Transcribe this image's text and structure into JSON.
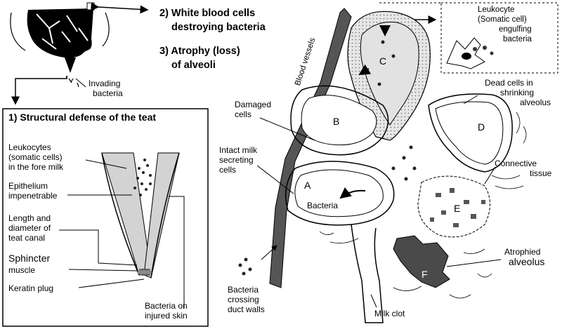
{
  "sections": {
    "structural_defense": "1) Structural defense of the teat",
    "white_blood_cells_line1": "2) White blood cells",
    "white_blood_cells_line2": "destroying bacteria",
    "atrophy_line1": "3) Atrophy (loss)",
    "atrophy_line2": "of alveoli"
  },
  "teat_labels": {
    "invading_line1": "Invading",
    "invading_line2": "bacteria",
    "leukocytes_line1": "Leukocytes",
    "leukocytes_line2": "(somatic cells)",
    "leukocytes_line3": "in the fore milk",
    "epithelium_line1": "Epithelium",
    "epithelium_line2": "impenetrable",
    "length_line1": "Length and",
    "length_line2": "diameter of",
    "length_line3": "teat canal",
    "sphincter_line1": "Sphincter",
    "sphincter_line2": "muscle",
    "keratin": "Keratin plug",
    "bacteria_skin_line1": "Bacteria on",
    "bacteria_skin_line2": "injured skin"
  },
  "alveoli_labels": {
    "leukocyte_inset_line1": "Leukocyte",
    "leukocyte_inset_line2": "(Somatic cell)",
    "leukocyte_inset_line3": "engulfing",
    "leukocyte_inset_line4": "bacteria",
    "blood_vessels": "Blood vessels",
    "damaged_line1": "Damaged",
    "damaged_line2": "cells",
    "intact_line1": "Intact milk",
    "intact_line2": "secreting",
    "intact_line3": "cells",
    "dead_line1": "Dead cells in",
    "dead_line2": "shrinking",
    "dead_line3": "alveolus",
    "connective_line1": "Connective",
    "connective_line2": "tissue",
    "atrophied_line1": "Atrophied",
    "atrophied_line2": "alveolus",
    "bacteria_in_a": "Bacteria",
    "bacteria_crossing_line1": "Bacteria",
    "bacteria_crossing_line2": "crossing",
    "bacteria_crossing_line3": "duct walls",
    "milk_clot": "Milk clot",
    "alveolus_a": "A",
    "alveolus_b": "B",
    "alveolus_c": "C",
    "alveolus_d": "D",
    "alveolus_e": "E",
    "alveolus_f": "F"
  },
  "colors": {
    "teat_fill": "#d3d3d3",
    "vessel_fill": "#555555",
    "atrophied_fill": "#4a4a4a",
    "lumen_c": "#e2e2e2"
  }
}
